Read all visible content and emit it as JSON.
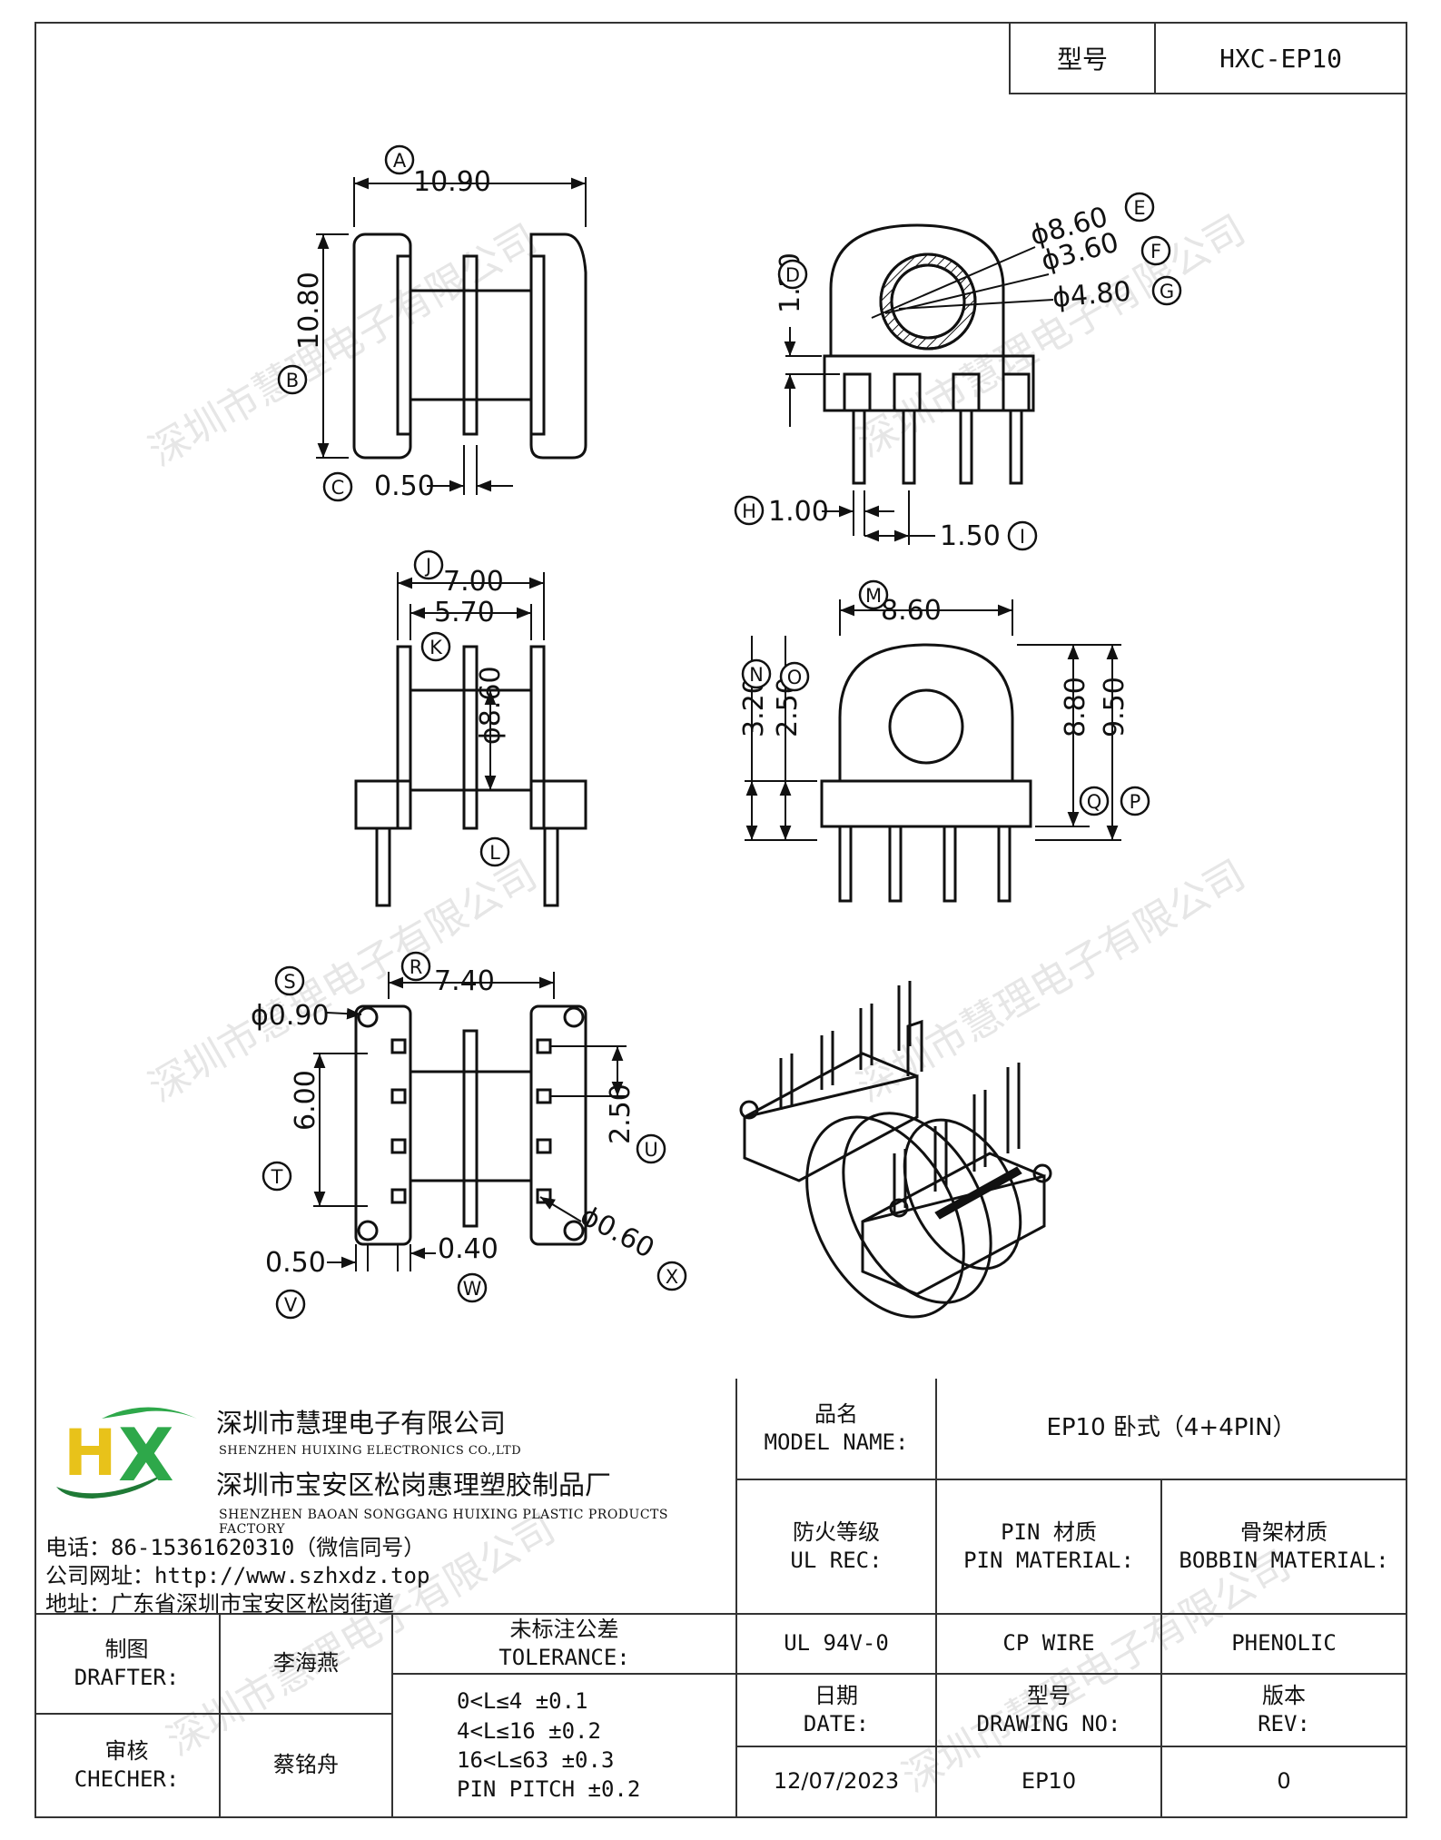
{
  "header": {
    "model_label": "型号",
    "model_value": "HXC-EP10"
  },
  "watermark": "深圳市慧理电子有限公司",
  "dims": {
    "A": "10.90",
    "B": "10.80",
    "C": "0.50",
    "D": "1.20",
    "E": "ϕ8.60",
    "F": "ϕ3.60",
    "G": "ϕ4.80",
    "H": "1.00",
    "I": "1.50",
    "J": "7.00",
    "K": "5.70",
    "L": "ϕ8.60",
    "M": "8.60",
    "N": "3.20",
    "O": "2.50",
    "P": "9.50",
    "Q": "8.80",
    "R": "7.40",
    "S": "ϕ0.90",
    "T": "6.00",
    "U": "2.50",
    "V": "0.50",
    "W": "0.40",
    "X": "ϕ0.60"
  },
  "callouts": [
    "A",
    "B",
    "C",
    "D",
    "E",
    "F",
    "G",
    "H",
    "I",
    "J",
    "K",
    "L",
    "M",
    "N",
    "O",
    "P",
    "Q",
    "R",
    "S",
    "T",
    "U",
    "V",
    "W",
    "X"
  ],
  "company": {
    "name_cn": "深圳市慧理电子有限公司",
    "name_en": "SHENZHEN HUIXING ELECTRONICS CO.,LTD",
    "factory_cn": "深圳市宝安区松岗惠理塑胶制品厂",
    "factory_en": "SHENZHEN BAOAN SONGGANG HUIXING PLASTIC PRODUCTS FACTORY",
    "phone": "电话：86-15361620310（微信同号）",
    "website": "公司网址：http://www.szhxdz.top",
    "address": "地址：广东省深圳市宝安区松岗街道",
    "logo_letters": "HX",
    "colors": {
      "logo_green": "#2ea84a",
      "logo_yellow": "#e8c21a",
      "logo_dark": "#1f7a36"
    }
  },
  "titleblock": {
    "model_name_cn": "品名",
    "model_name_en": "MODEL NAME:",
    "model_name_value": "EP10 卧式（4+4PIN）",
    "ul_cn": "防火等级",
    "ul_en": "UL REC:",
    "pin_cn": "PIN 材质",
    "pin_en": "PIN MATERIAL:",
    "bobbin_cn": "骨架材质",
    "bobbin_en": "BOBBIN MATERIAL:",
    "ul_value": "UL 94V-0",
    "pin_value": "CP WIRE",
    "bobbin_value": "PHENOLIC",
    "drafter_cn": "制图",
    "drafter_en": "DRAFTER:",
    "drafter_name": "李海燕",
    "checker_cn": "审核",
    "checker_en": "CHECHER:",
    "checker_name": "蔡铭舟",
    "tolerance_cn": "未标注公差",
    "tolerance_en": "TOLERANCE:",
    "tolerance_lines": [
      "0<L≤4   ±0.1",
      "4<L≤16  ±0.2",
      "16<L≤63 ±0.3",
      "PIN PITCH ±0.2"
    ],
    "date_cn": "日期",
    "date_en": "DATE:",
    "date_value": "12/07/2023",
    "drawing_cn": "型号",
    "drawing_en": "DRAWING NO:",
    "drawing_value": "EP10",
    "rev_cn": "版本",
    "rev_en": "REV:",
    "rev_value": "0"
  }
}
